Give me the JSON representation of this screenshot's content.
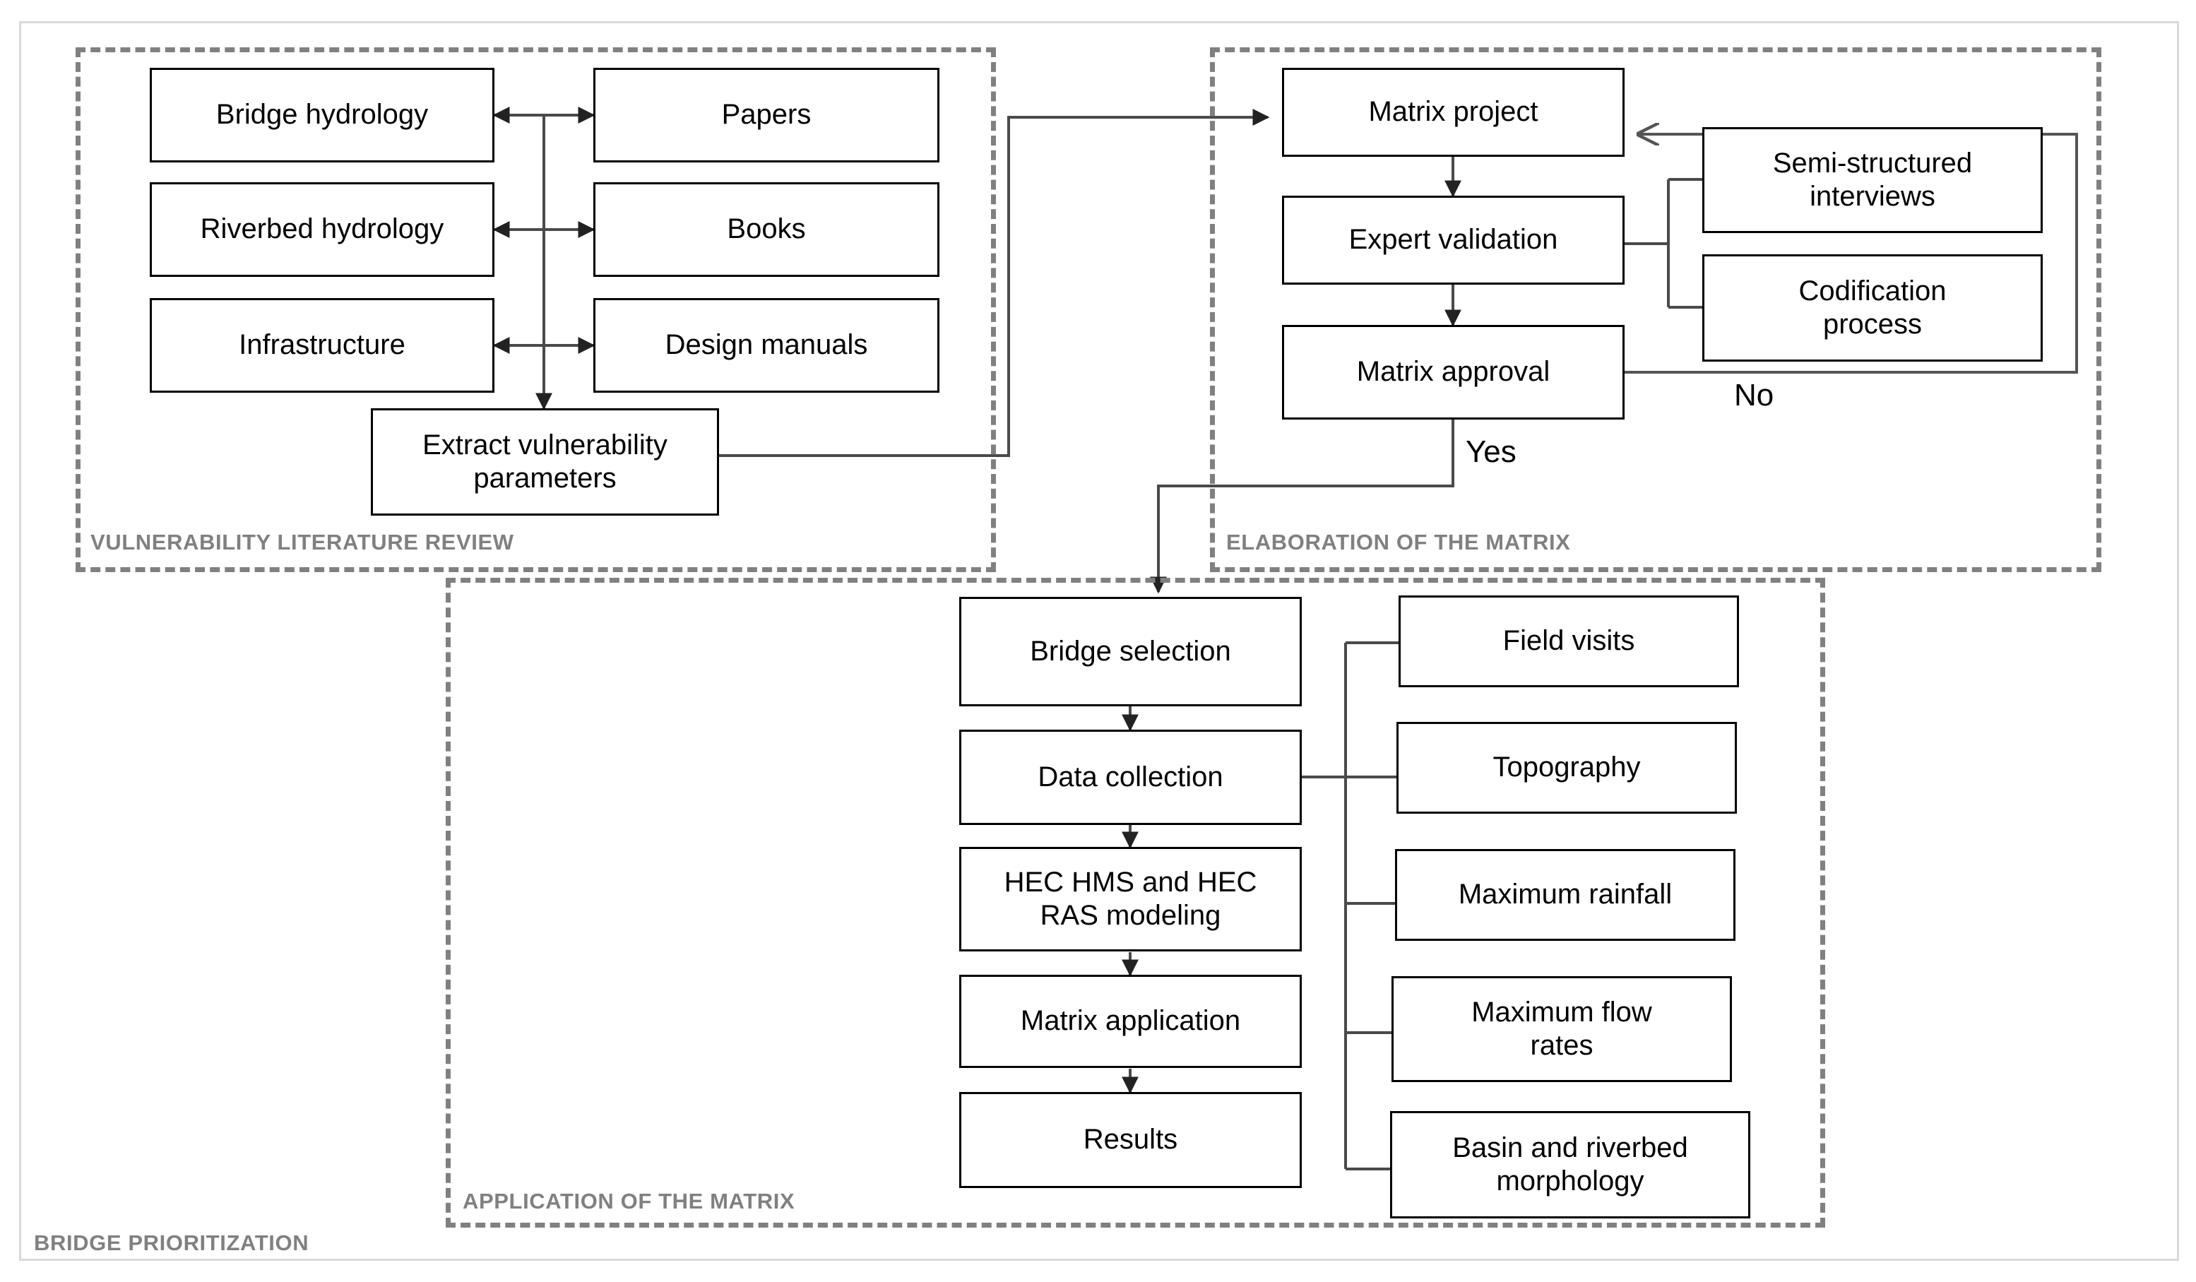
{
  "diagram": {
    "title": "BRIDGE PRIORITIZATION",
    "zones": [
      {
        "id": "vuln",
        "label": "VULNERABILITY LITERATURE REVIEW"
      },
      {
        "id": "elab",
        "label": "ELABORATION OF THE MATRIX"
      },
      {
        "id": "appl",
        "label": "APPLICATION OF THE MATRIX"
      }
    ],
    "nodes": {
      "bridge_hydrology": "Bridge hydrology",
      "riverbed_hydrology": "Riverbed hydrology",
      "infrastructure": "Infrastructure",
      "papers": "Papers",
      "books": "Books",
      "design_manuals": "Design manuals",
      "extract_parameters_line1": "Extract vulnerability",
      "extract_parameters_line2": "parameters",
      "matrix_project": "Matrix project",
      "expert_validation": "Expert validation",
      "matrix_approval": "Matrix approval",
      "semi_structured_line1": "Semi-structured",
      "semi_structured_line2": "interviews",
      "codification_line1": "Codification",
      "codification_line2": "process",
      "bridge_selection": "Bridge selection",
      "data_collection": "Data collection",
      "hec_modeling_line1": "HEC HMS and HEC",
      "hec_modeling_line2": "RAS modeling",
      "matrix_application": "Matrix application",
      "results": "Results",
      "field_visits": "Field visits",
      "topography": "Topography",
      "maximum_rainfall": "Maximum rainfall",
      "maximum_flow_line1": "Maximum flow",
      "maximum_flow_line2": "rates",
      "basin_morphology_line1": "Basin and riverbed",
      "basin_morphology_line2": "morphology"
    },
    "edge_labels": {
      "yes": "Yes",
      "no": "No"
    },
    "colors": {
      "node_border": "#000000",
      "node_fill": "#ffffff",
      "zone_border": "#808080",
      "zone_label": "#808080",
      "connector": "#404040",
      "outer_frame": "#d9d9d9"
    }
  }
}
